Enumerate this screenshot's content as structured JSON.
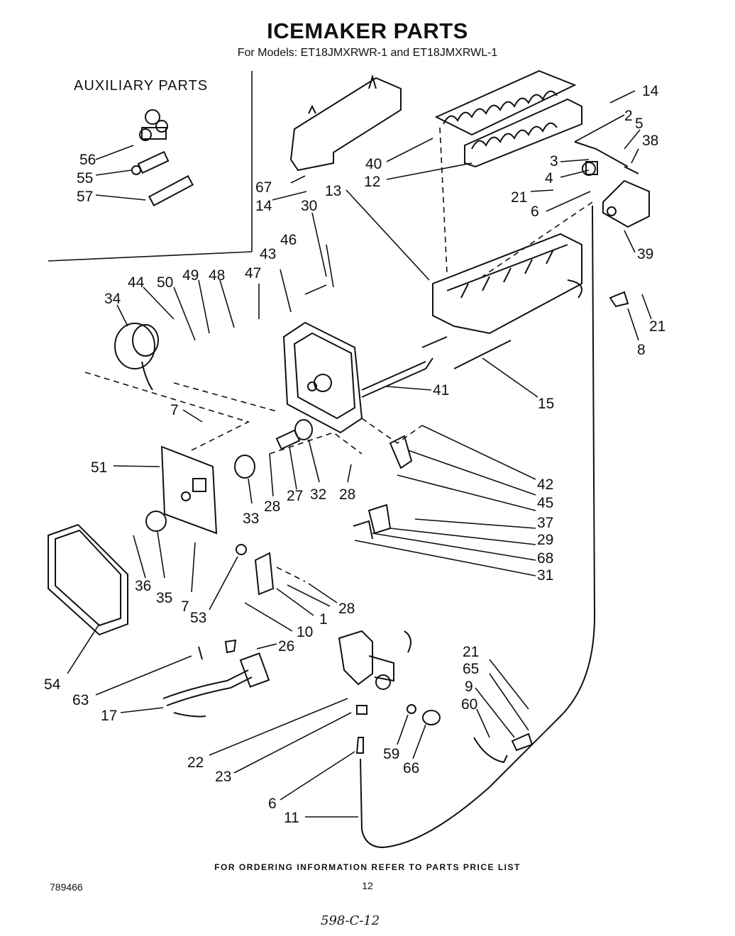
{
  "title": "ICEMAKER PARTS",
  "subtitle": "For Models: ET18JMXRWR-1 and ET18JMXRWL-1",
  "auxiliary_heading": "AUXILIARY PARTS",
  "footer_note": "FOR ORDERING INFORMATION REFER TO PARTS PRICE LIST",
  "document_number": "789466",
  "page_number": "12",
  "handwritten_note": "598-C-12",
  "callouts": {
    "c1": "1",
    "c2": "2",
    "c3": "3",
    "c4": "4",
    "c5": "5",
    "c6a": "6",
    "c6b": "6",
    "c7a": "7",
    "c7b": "7",
    "c8": "8",
    "c9": "9",
    "c10": "10",
    "c11": "11",
    "c12": "12",
    "c13": "13",
    "c14a": "14",
    "c14b": "14",
    "c15": "15",
    "c17": "17",
    "c21a": "21",
    "c21b": "21",
    "c21c": "21",
    "c22": "22",
    "c23": "23",
    "c26": "26",
    "c27": "27",
    "c28a": "28",
    "c28b": "28",
    "c28c": "28",
    "c29": "29",
    "c30": "30",
    "c31": "31",
    "c32": "32",
    "c33": "33",
    "c34": "34",
    "c35": "35",
    "c36": "36",
    "c37": "37",
    "c38": "38",
    "c39": "39",
    "c40": "40",
    "c41": "41",
    "c42": "42",
    "c43": "43",
    "c44": "44",
    "c45": "45",
    "c46": "46",
    "c47": "47",
    "c48": "48",
    "c49": "49",
    "c50": "50",
    "c51": "51",
    "c53": "53",
    "c54": "54",
    "c55": "55",
    "c56": "56",
    "c57": "57",
    "c59": "59",
    "c60": "60",
    "c63": "63",
    "c65": "65",
    "c66": "66",
    "c67": "67",
    "c68": "68"
  }
}
